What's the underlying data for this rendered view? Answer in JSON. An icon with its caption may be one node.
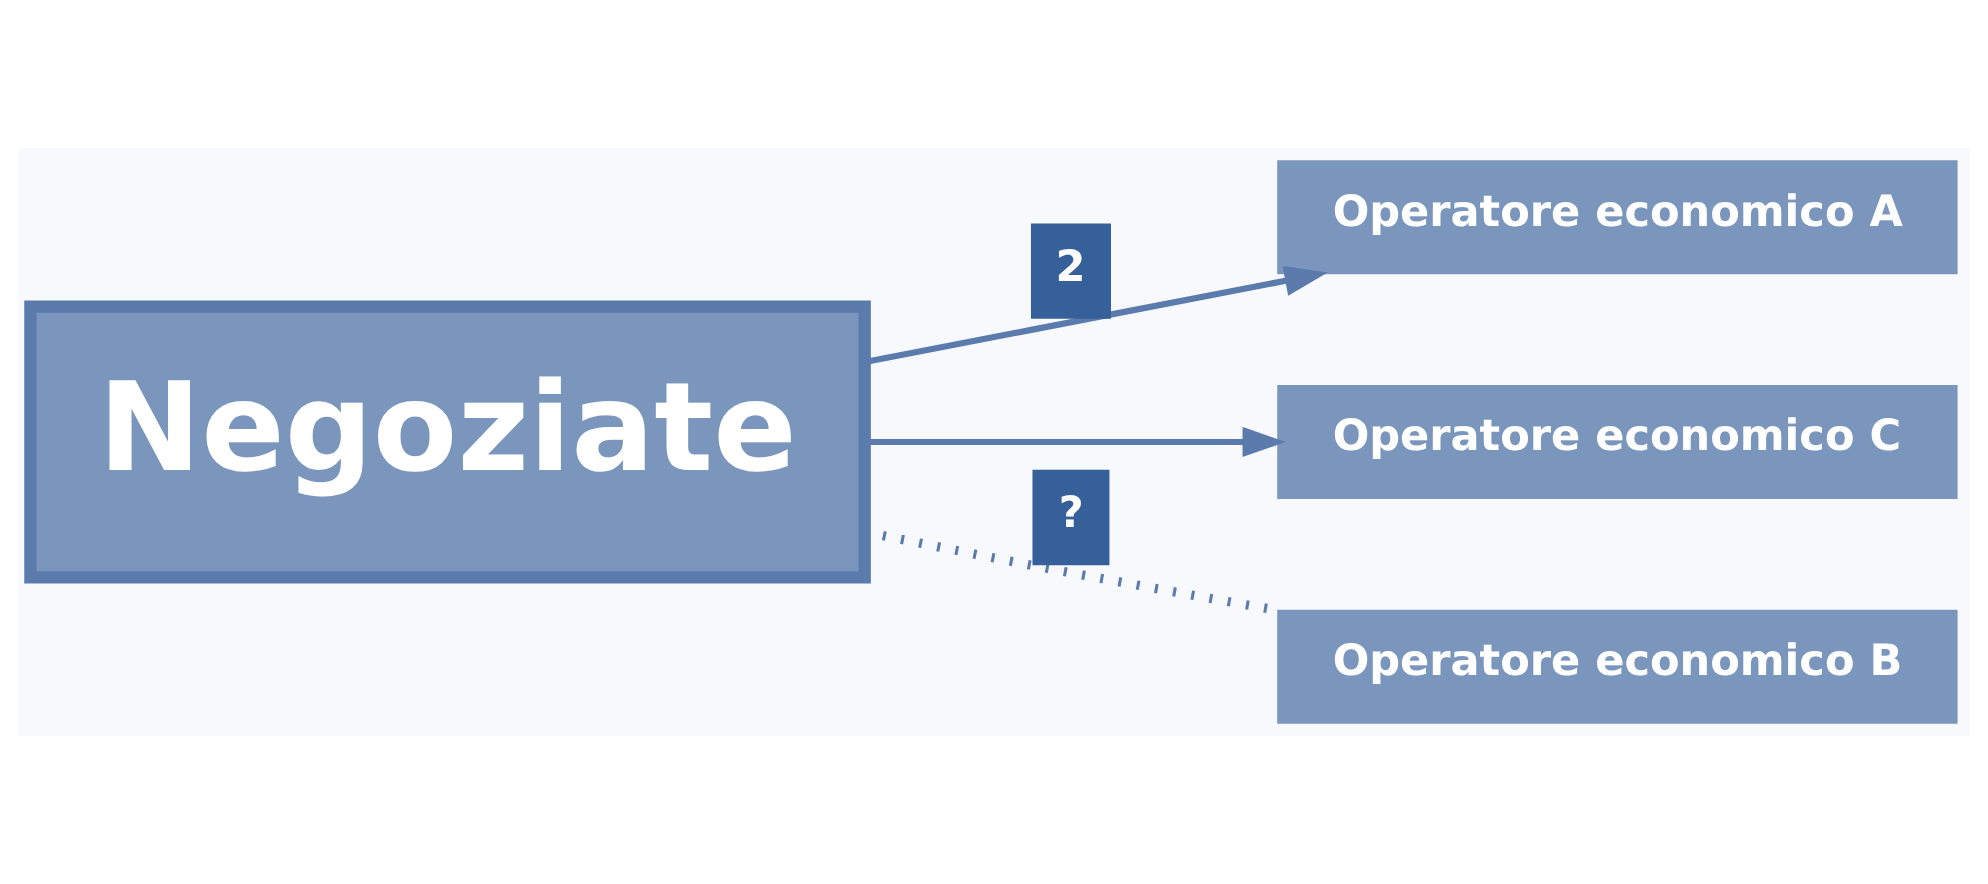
{
  "diagram": {
    "nodes": [
      {
        "text": [
          "Negoziate"
        ]
      },
      {
        "text": [
          "Operatore economico A"
        ]
      },
      {
        "text": [
          "Operatore economico C"
        ]
      },
      {
        "text": [
          "Operatore economico B"
        ]
      }
    ],
    "edges": [
      {
        "from": 0,
        "to": 1,
        "arrow": "to",
        "label": "2"
      },
      {
        "from": 0,
        "to": 2,
        "arrow": "to"
      },
      {
        "from": 0,
        "to": 3,
        "arrow": "none",
        "style": "dashed",
        "label": "?"
      }
    ]
  }
}
